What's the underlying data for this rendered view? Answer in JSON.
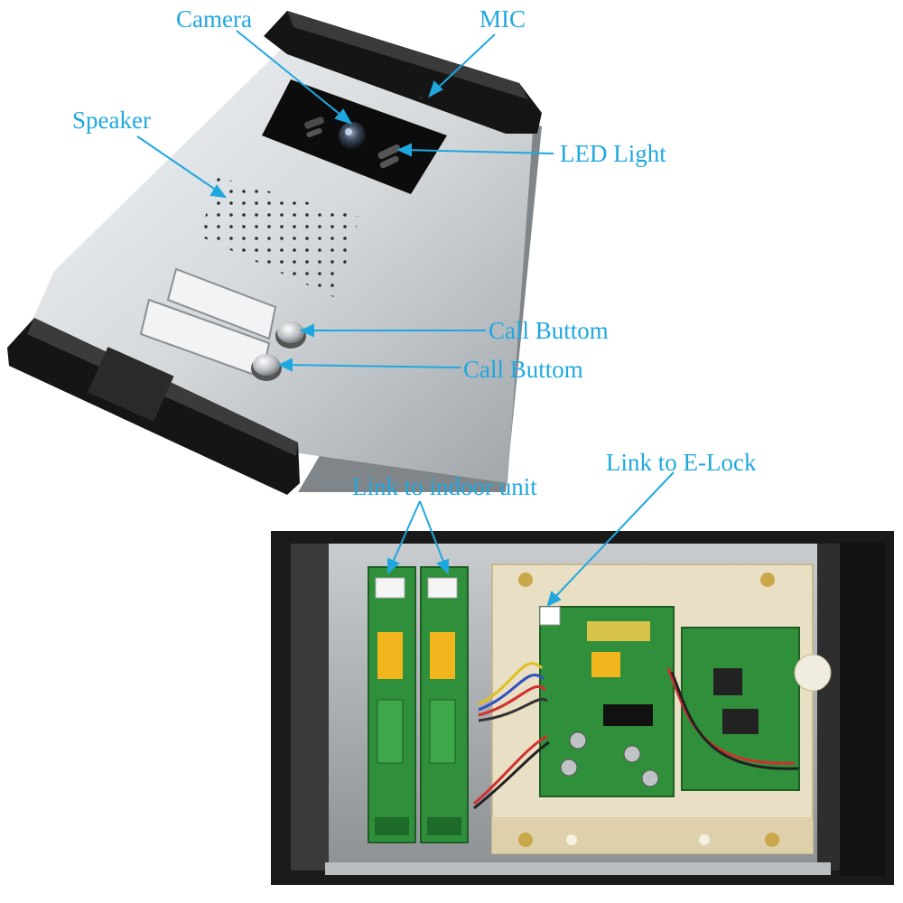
{
  "labels": {
    "camera": "Camera",
    "mic": "MIC",
    "speaker": "Speaker",
    "led_light": "LED Light",
    "call_button_1": "Call Buttom",
    "call_button_2": "Call Buttom",
    "link_indoor": "Link to indoor unit",
    "link_elock": "Link to E-Lock"
  },
  "colors": {
    "label": "#1fa8e0",
    "panel_silver": "#d9dde0",
    "end_caps": "#151515",
    "pcb_green": "#2f8f3a",
    "relay_yellow": "#f2b51e",
    "box_beige": "#e9dfc4"
  }
}
